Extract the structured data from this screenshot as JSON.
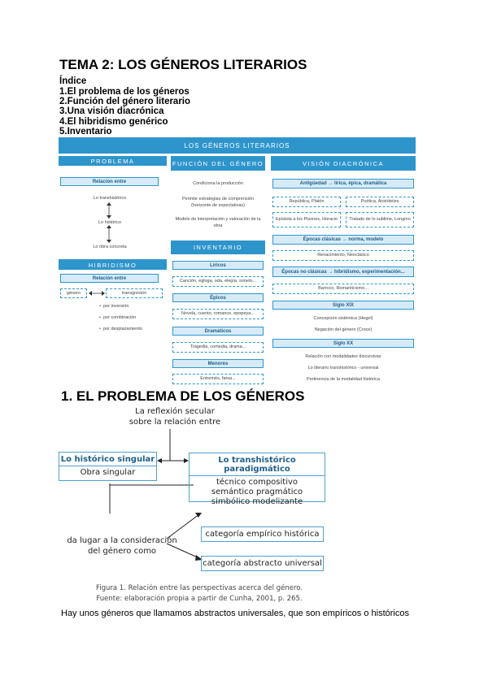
{
  "document": {
    "title": "TEMA 2: LOS GÉNEROS LITERARIOS",
    "index_label": "Índice",
    "index_items": [
      "1.El problema de los géneros",
      "2.Función del género literario",
      "3.Una visión diacrónica",
      "4.El hibridismo genérico",
      "5.Inventario"
    ],
    "section1_heading": "1. EL PROBLEMA DE LOS GÉNEROS",
    "paragraph": "Hay unos géneros que llamamos abstractos universales, que son empíricos o históricos"
  },
  "map": {
    "header": "LOS GÉNEROS LITERARIOS",
    "problema": {
      "band": "PROBLEMA",
      "relacion": "Relación entre",
      "top": "Lo transhistórico",
      "middle": "Lo histórico",
      "bottom": "Lo obra concreta"
    },
    "hibridismo": {
      "band": "HIBRIDISMO",
      "relacion": "Relación entre",
      "left": "género",
      "right": "transgresión",
      "bullets": [
        "por inversión",
        "por combinación",
        "por desplazamiento"
      ]
    },
    "funcion": {
      "band": "FUNCIÓN DEL GÉNERO",
      "items": [
        "Condiciona la producción",
        "Permite estrategias de comprensión (horizonte de expectativas)",
        "Modelo de interpretación y valoración de la obra"
      ]
    },
    "inventario": {
      "band": "INVENTARIO",
      "groups": [
        {
          "label": "Líricos",
          "detail": "Canción, égloga, oda, elegía, soneto..."
        },
        {
          "label": "Épicos",
          "detail": "Novela, cuento, romance, epopeya..."
        },
        {
          "label": "Dramáticos",
          "detail": "Tragedia, comedia, drama..."
        },
        {
          "label": "Menores",
          "detail": "Entremés, farsa..."
        }
      ]
    },
    "vision": {
      "band": "VISIÓN DIACRÓNICA",
      "antiguedad": "Antigüedad → lírica, épica, dramática",
      "antiguedad_items": [
        "República, Platón",
        "Poética, Aristóteles",
        "Epístola a los Pisones, Horacio",
        "Tratado de lo sublime, Longino"
      ],
      "clasicas": "Épocas clásicas → norma, modelo",
      "clasicas_item": "Renacimiento, Neoclásico",
      "no_clasicas": "Épocas no clásicas → hibridismo, experimentación...",
      "no_clasicas_item": "Barroco, Romanticismo...",
      "xix": "Siglo XIX",
      "xix_items": [
        "Concepción sistémica (Hegel)",
        "Negación del género (Croce)"
      ],
      "xx": "Siglo XX",
      "xx_items": [
        "Relación con modalidades discursivas",
        "Lo literario transhistórico - universal",
        "Pertinencia de la modalidad histórica"
      ]
    }
  },
  "figure": {
    "top_text_1": "La reflexión secular",
    "top_text_2": "sobre la relación entre",
    "left_title": "Lo histórico singular",
    "left_sub": "Obra singular",
    "right_title": "Lo transhistórico  paradigmático",
    "right_lines": [
      "técnico compositivo",
      "semántico pragmático",
      "simbólico modelizante"
    ],
    "bottom_text_1": "da lugar a la consideración",
    "bottom_text_2": "del género como",
    "cat1": "categoría empírico histórica",
    "cat2": "categoría abstracto universal",
    "caption_1": "Figura 1. Relación entre las perspectivas acerca del género.",
    "caption_2": "Fuente: elaboración propia a partir de Cunha, 2001, p. 265."
  }
}
